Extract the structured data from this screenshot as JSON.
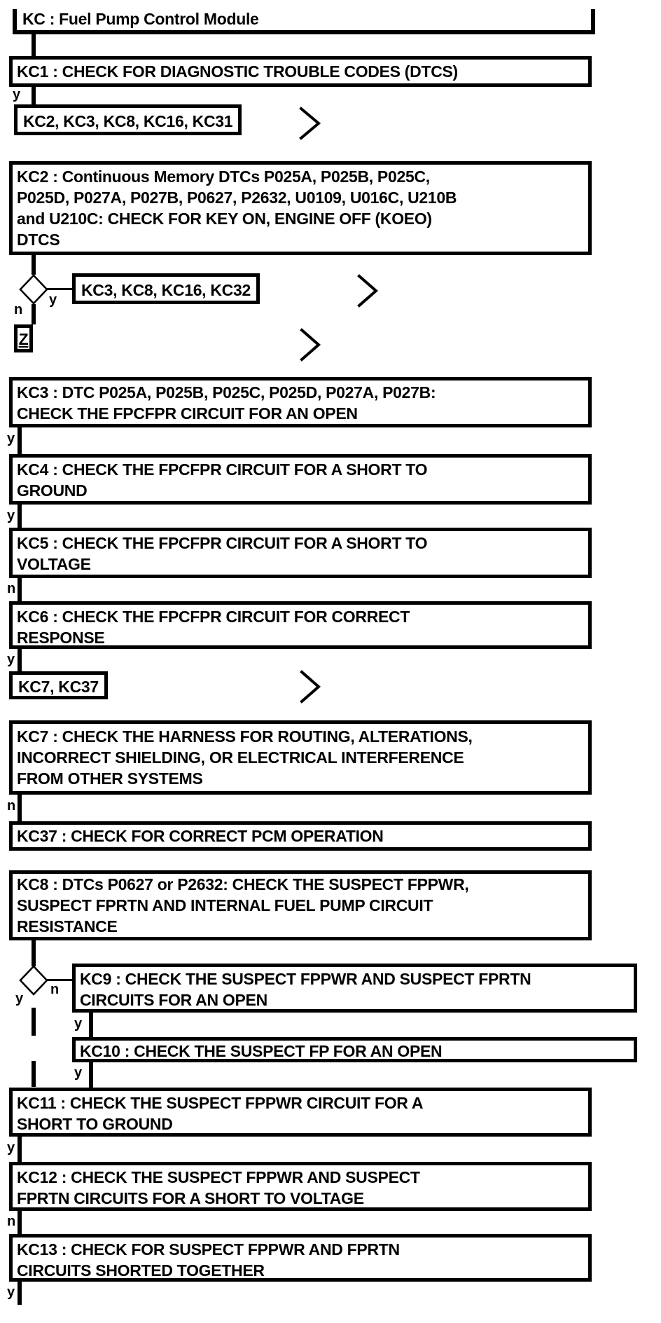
{
  "palette": {
    "ink": "#000000",
    "paper": "#ffffff"
  },
  "diagram_title": "KC : Fuel Pump Control Module",
  "nodes": {
    "title": {
      "text": "KC : Fuel Pump Control Module"
    },
    "kc1": {
      "text": "KC1 : CHECK FOR DIAGNOSTIC TROUBLE CODES (DTCS)"
    },
    "jump1": {
      "text": "KC2, KC3, KC8, KC16, KC31"
    },
    "kc2": {
      "text": "KC2 : Continuous Memory DTCs P025A, P025B, P025C,\nP025D, P027A, P027B, P0627, P2632, U0109, U016C, U210B\nand U210C: CHECK FOR KEY ON, ENGINE OFF (KOEO)\nDTCS"
    },
    "jump2": {
      "text": "KC3, KC8, KC16, KC32"
    },
    "z": {
      "text": "Z"
    },
    "kc3": {
      "text": "KC3 : DTC P025A, P025B, P025C, P025D, P027A, P027B:\nCHECK THE FPCFPR CIRCUIT FOR AN OPEN"
    },
    "kc4": {
      "text": "KC4 : CHECK THE FPCFPR CIRCUIT FOR A SHORT TO\nGROUND"
    },
    "kc5": {
      "text": "KC5 : CHECK THE FPCFPR CIRCUIT FOR A SHORT TO\nVOLTAGE"
    },
    "kc6": {
      "text": "KC6 : CHECK THE FPCFPR CIRCUIT FOR CORRECT\nRESPONSE"
    },
    "jump3": {
      "text": "KC7, KC37"
    },
    "kc7": {
      "text": "KC7 : CHECK THE HARNESS FOR ROUTING, ALTERATIONS,\nINCORRECT SHIELDING, OR ELECTRICAL INTERFERENCE\nFROM OTHER SYSTEMS"
    },
    "kc37": {
      "text": "KC37 : CHECK FOR CORRECT PCM OPERATION"
    },
    "kc8": {
      "text": "KC8 : DTCs P0627 or P2632: CHECK THE SUSPECT FPPWR,\nSUSPECT FPRTN AND INTERNAL FUEL PUMP CIRCUIT\nRESISTANCE"
    },
    "kc9": {
      "text": "KC9 : CHECK THE SUSPECT FPPWR AND SUSPECT FPRTN\nCIRCUITS FOR AN OPEN"
    },
    "kc10": {
      "text": "KC10 : CHECK THE SUSPECT FP FOR AN OPEN"
    },
    "kc11": {
      "text": "KC11 : CHECK THE SUSPECT FPPWR CIRCUIT FOR A\nSHORT TO GROUND"
    },
    "kc12": {
      "text": "KC12 : CHECK THE SUSPECT FPPWR AND SUSPECT\nFPRTN CIRCUITS FOR A SHORT TO VOLTAGE"
    },
    "kc13": {
      "text": "KC13 : CHECK FOR SUSPECT FPPWR AND FPRTN\nCIRCUITS SHORTED TOGETHER"
    }
  },
  "labels": {
    "after_kc1": "y",
    "diamond1_yes": "y",
    "diamond1_no": "n",
    "after_kc3": "y",
    "after_kc4": "y",
    "after_kc5": "n",
    "after_kc6": "y",
    "after_kc7": "n",
    "diamond2_no": "n",
    "diamond2_yes": "y",
    "after_kc9": "y",
    "after_kc10": "y",
    "after_kc11": "y",
    "after_kc12": "n",
    "after_kc13": "y"
  }
}
